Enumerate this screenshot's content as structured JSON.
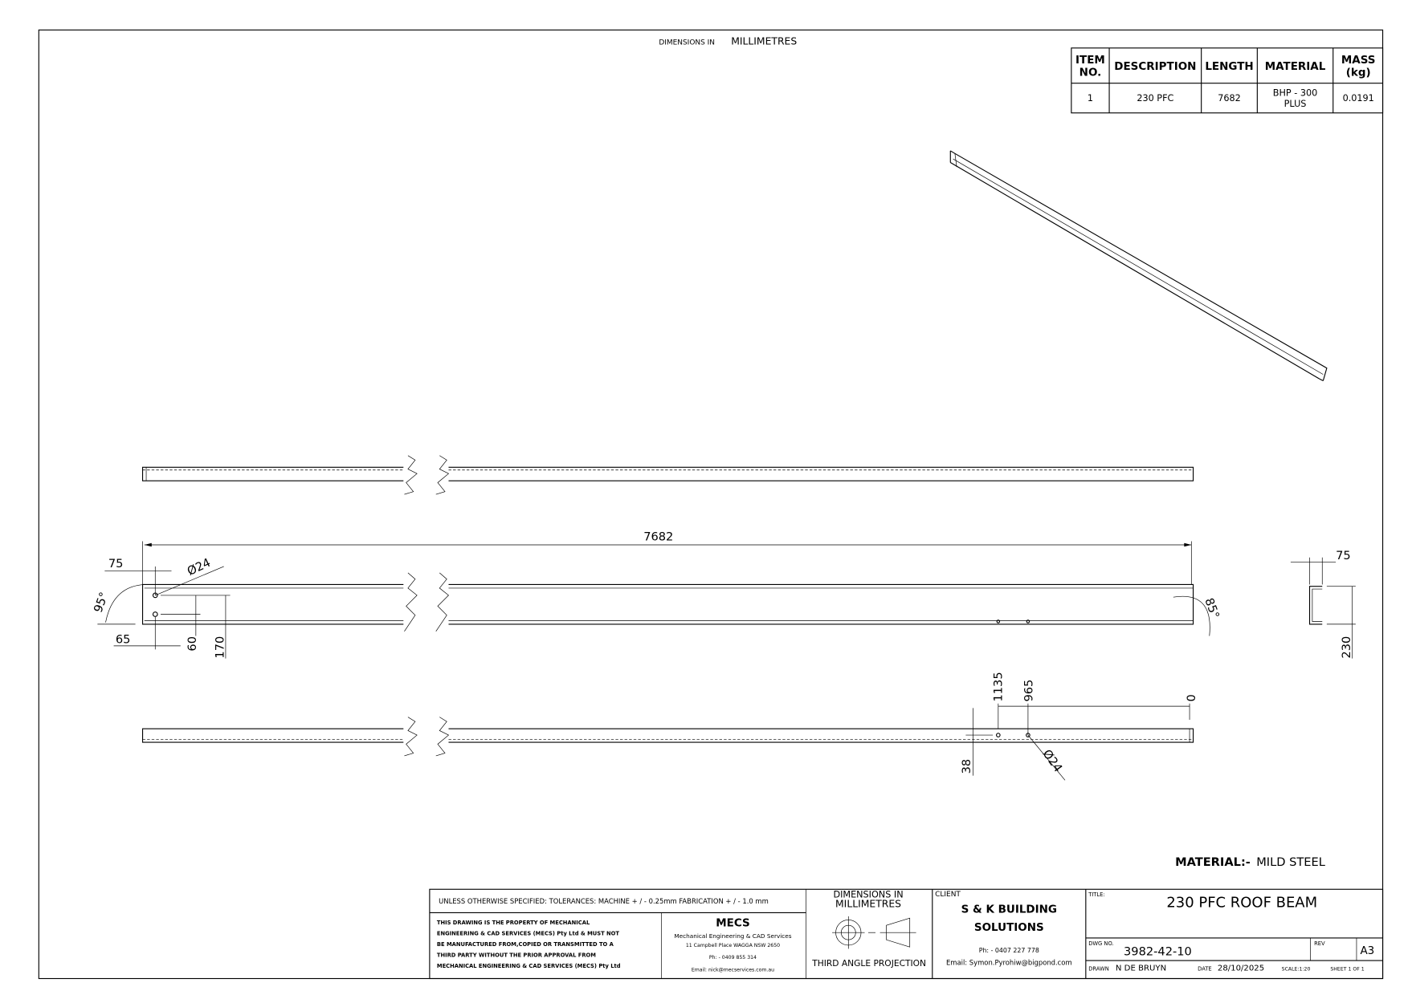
{
  "header": {
    "dims_prefix": "DIMENSIONS IN",
    "dims_unit": "MILLIMETRES"
  },
  "bom": {
    "headers": [
      "ITEM",
      "NO.",
      "DESCRIPTION",
      "LENGTH",
      "MATERIAL",
      "MASS",
      "(kg)"
    ],
    "rows": [
      {
        "item": "1",
        "description": "230 PFC",
        "length": "7682",
        "material_1": "BHP - 300",
        "material_2": "PLUS",
        "mass": "0.0191"
      }
    ]
  },
  "dimensions": {
    "overall_length": "7682",
    "end_offset_top": "75",
    "hole_dia": "Ø24",
    "angle_left": "95°",
    "end_offset_bottom": "65",
    "hole_spacing": "60",
    "hole_height": "170",
    "angle_right": "85°",
    "flange_width": "75",
    "web_depth": "230",
    "ord_1135": "1135",
    "ord_965": "965",
    "ord_0": "0",
    "hole_edge": "38",
    "hole_dia_2": "Ø24"
  },
  "material_note": {
    "label": "MATERIAL:-",
    "value": "MILD STEEL"
  },
  "title_block": {
    "tolerances": "UNLESS OTHERWISE SPECIFIED: TOLERANCES: MACHINE + / - 0.25mm  FABRICATION + / - 1.0 mm",
    "dims_1": "DIMENSIONS IN",
    "dims_2": "MILLIMETRES",
    "property_lines": [
      "THIS DRAWING IS THE PROPERTY OF MECHANICAL",
      "ENGINEERING & CAD SERVICES (MECS) Pty Ltd & MUST NOT",
      "BE MANUFACTURED FROM,COPIED OR TRANSMITTED TO A",
      "THIRD PARTY WITHOUT THE PRIOR APPROVAL FROM",
      "MECHANICAL ENGINEERING & CAD SERVICES (MECS) Pty Ltd"
    ],
    "company": {
      "logo": "MECS",
      "name": "Mechanical Engineering & CAD Services",
      "address": "11 Campbell Place WAGGA NSW 2650",
      "phone": "Ph: - 0409 855 314",
      "email": "Email: nick@mecservices.com.au"
    },
    "projection": "THIRD ANGLE PROJECTION",
    "client_label": "CLIENT",
    "client_1": "S & K  BUILDING",
    "client_2": "SOLUTIONS",
    "client_phone": "Ph: - 0407 227 778",
    "client_email": "Email: Symon.Pyrohiw@bigpond.com",
    "title_label": "TITLE:",
    "title": "230 PFC ROOF BEAM",
    "dwg_label": "DWG NO.",
    "dwg_no": "3982-42-10",
    "rev_label": "REV",
    "size": "A3",
    "drawn_label": "DRAWN",
    "drawn": "N DE BRUYN",
    "date_label": "DATE",
    "date": "28/10/2025",
    "scale": "SCALE:1:20",
    "sheet": "SHEET 1 OF 1"
  }
}
